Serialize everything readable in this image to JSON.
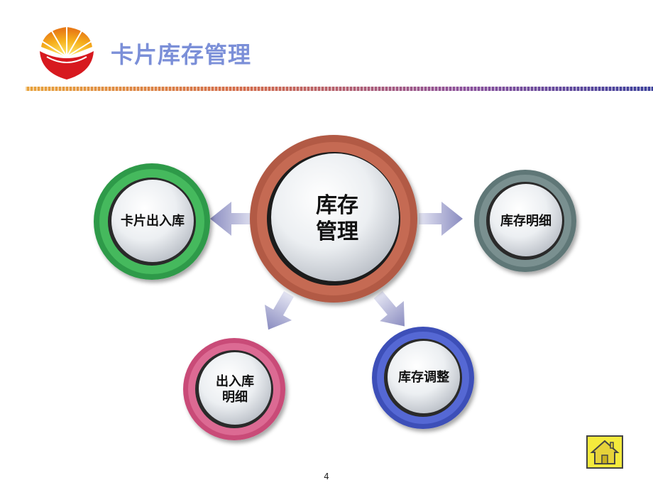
{
  "header": {
    "title": "卡片库存管理"
  },
  "diagram": {
    "center": {
      "label": "库存\n管理",
      "ring_color": "#b25a45"
    },
    "nodes": [
      {
        "id": "card-in-out",
        "label": "卡片出入库",
        "ring_color": "#2f9a48"
      },
      {
        "id": "inventory-detail",
        "label": "库存明细",
        "ring_color": "#5f7777"
      },
      {
        "id": "in-out-detail",
        "label": "出入库\n明细",
        "ring_color": "#c94c78"
      },
      {
        "id": "inventory-adjust",
        "label": "库存调整",
        "ring_color": "#3d4fb8"
      }
    ],
    "arrow_color": "#8a8cc0"
  },
  "footer": {
    "page_number": "4",
    "home_icon": "home-icon"
  }
}
